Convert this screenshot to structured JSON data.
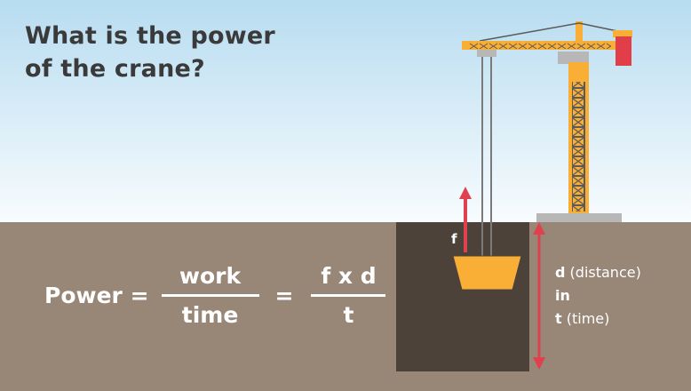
{
  "question": {
    "line1": "What is the power",
    "line2": "of the crane?"
  },
  "formula": {
    "lhs": "Power =",
    "numerator1": "work",
    "denominator1": "time",
    "equals": "=",
    "numerator2": "f x d",
    "denominator2": "t"
  },
  "labels": {
    "force": "f",
    "distance_symbol": "d",
    "distance_word": "(distance)",
    "in": "in",
    "time_symbol": "t",
    "time_word": "(time)"
  },
  "colors": {
    "sky_top": "#b7dcf0",
    "sky_bottom": "#f6fbfe",
    "ground": "#988677",
    "pit": "#4c423a",
    "crane_orange": "#f9ae35",
    "counterweight": "#e23e4a",
    "arrow_red": "#e0414f",
    "base_grey": "#b7b7b7"
  }
}
